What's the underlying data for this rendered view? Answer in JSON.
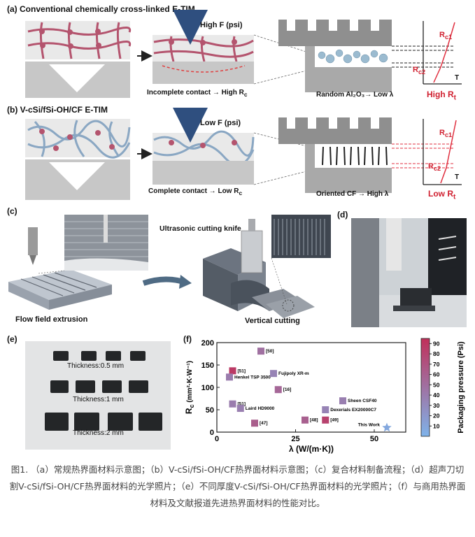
{
  "panel_a": {
    "label": "(a)",
    "title": "Conventional chemically cross-linked E-TIM",
    "force": "High F (psi)",
    "contact": "Incomplete contact → High R",
    "contact_sub": "c",
    "filler": "Random Al₂O₃→ Low λ",
    "rc1": "R",
    "rc1_sub": "c1",
    "rc2": "R",
    "rc2_sub": "c2",
    "axis_t": "T",
    "result": "High R",
    "result_sub": "t"
  },
  "panel_b": {
    "label": "(b)",
    "title": "V-cSi/fSi-OH/CF E-TIM",
    "force": "Low F (psi)",
    "contact": "Complete contact → Low R",
    "contact_sub": "c",
    "filler": "Oriented CF → High λ",
    "rc1": "R",
    "rc1_sub": "c1",
    "rc2": "R",
    "rc2_sub": "c2",
    "axis_t": "T",
    "result": "Low R",
    "result_sub": "t"
  },
  "panel_c": {
    "label": "(c)",
    "extrusion": "Flow field extrusion",
    "knife": "Ultrasonic cutting knife",
    "cutting": "Vertical cutting"
  },
  "panel_d": {
    "label": "(d)"
  },
  "panel_e": {
    "label": "(e)",
    "thick1": "Thickness:0.5 mm",
    "thick2": "Thickness:1 mm",
    "thick3": "Thickness:2 mm"
  },
  "panel_f": {
    "label": "(f)"
  },
  "chart_data": {
    "type": "scatter",
    "xlabel": "λ (W/(m·K))",
    "ylabel": "R",
    "ylabel_sub": "c",
    "ylabel_unit": " (mm²·K·W⁻¹)",
    "xlim": [
      0,
      60
    ],
    "ylim": [
      0,
      200
    ],
    "x_ticks": [
      "0",
      "25",
      "50"
    ],
    "y_ticks": [
      "0",
      "50",
      "100",
      "150",
      "200"
    ],
    "colorbar": {
      "label": "Packaging pressure (Psi)",
      "range": [
        0,
        95
      ],
      "ticks": [
        "10",
        "20",
        "30",
        "40",
        "50",
        "60",
        "70",
        "80",
        "90"
      ],
      "low_color": "#7fb3ea",
      "high_color": "#c0305a"
    },
    "points": [
      {
        "x": 14,
        "y": 181,
        "p": 48,
        "label": "[50]"
      },
      {
        "x": 5,
        "y": 137,
        "p": 88,
        "label": "[51]"
      },
      {
        "x": 4,
        "y": 123,
        "p": 40,
        "label": "Henkel TSP 3500"
      },
      {
        "x": 18,
        "y": 131,
        "p": 35,
        "label": "Fujipoly XR-m"
      },
      {
        "x": 19.5,
        "y": 95,
        "p": 55,
        "label": "[16]"
      },
      {
        "x": 5,
        "y": 63,
        "p": 40,
        "label": "[51]"
      },
      {
        "x": 7.5,
        "y": 53,
        "p": 38,
        "label": "Laird HD9000"
      },
      {
        "x": 12,
        "y": 20,
        "p": 62,
        "label": "[47]"
      },
      {
        "x": 28,
        "y": 27,
        "p": 60,
        "label": "[48]"
      },
      {
        "x": 34.5,
        "y": 27,
        "p": 82,
        "label": "[49]"
      },
      {
        "x": 40,
        "y": 70,
        "p": 38,
        "label": "Sheen CSF40"
      },
      {
        "x": 34.5,
        "y": 50,
        "p": 35,
        "label": "Dexerials EX20000C7"
      },
      {
        "x": 54,
        "y": 10,
        "p": 8,
        "label": "This Work"
      }
    ]
  },
  "caption": "图1. （a）常规热界面材料示意图；（b）V-cSi/fSi-OH/CF热界面材料示意图；（c）复合材料制备流程；（d）超声刀切割V-cSi/fSi-OH/CF热界面材料的光学照片；（e）不同厚度V-cSi/fSi-OH/CF热界面材料的光学照片；（f）与商用热界面材料及文献报道先进热界面材料的性能对比。"
}
